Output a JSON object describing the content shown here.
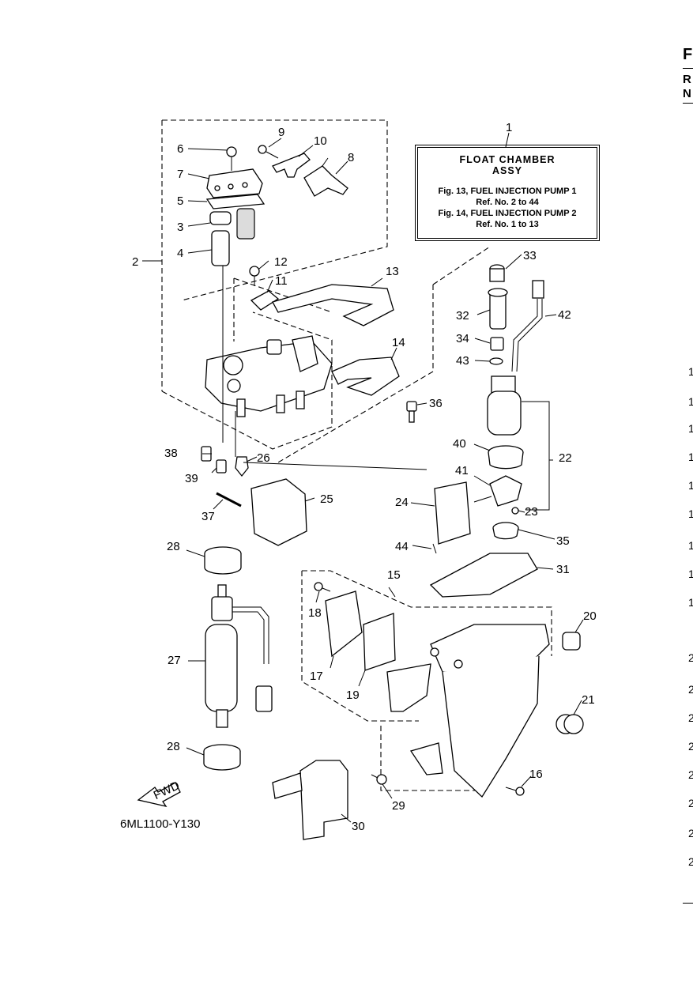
{
  "note": {
    "title_line1": "FLOAT CHAMBER",
    "title_line2": "ASSY",
    "ref1": "Fig. 13, FUEL INJECTION PUMP 1",
    "ref1_range": "Ref. No. 2 to 44",
    "ref2": "Fig. 14, FUEL INJECTION PUMP 2",
    "ref2_range": "Ref. No. 1 to 13"
  },
  "callouts": {
    "n1": "1",
    "n2": "2",
    "n3": "3",
    "n4": "4",
    "n5": "5",
    "n6": "6",
    "n7": "7",
    "n8": "8",
    "n9": "9",
    "n10": "10",
    "n11": "11",
    "n12": "12",
    "n13": "13",
    "n14": "14",
    "n15": "15",
    "n16": "16",
    "n17": "17",
    "n18": "18",
    "n19": "19",
    "n20": "20",
    "n21": "21",
    "n22": "22",
    "n23": "23",
    "n24": "24",
    "n25": "25",
    "n26": "26",
    "n27": "27",
    "n28a": "28",
    "n28b": "28",
    "n29": "29",
    "n30": "30",
    "n31": "31",
    "n32": "32",
    "n33": "33",
    "n34": "34",
    "n35": "35",
    "n36": "36",
    "n37": "37",
    "n38": "38",
    "n39": "39",
    "n40": "40",
    "n41": "41",
    "n42": "42",
    "n43": "43",
    "n44": "44"
  },
  "fwd_label": "FWD",
  "drawing_code": "6ML1100-Y130",
  "edge": {
    "f": "F",
    "r": "R",
    "n": "N",
    "nums": [
      "1",
      "1",
      "1",
      "1",
      "1",
      "1",
      "1",
      "1",
      "1",
      "2",
      "2",
      "2",
      "2",
      "2",
      "2",
      "2",
      "2"
    ]
  }
}
